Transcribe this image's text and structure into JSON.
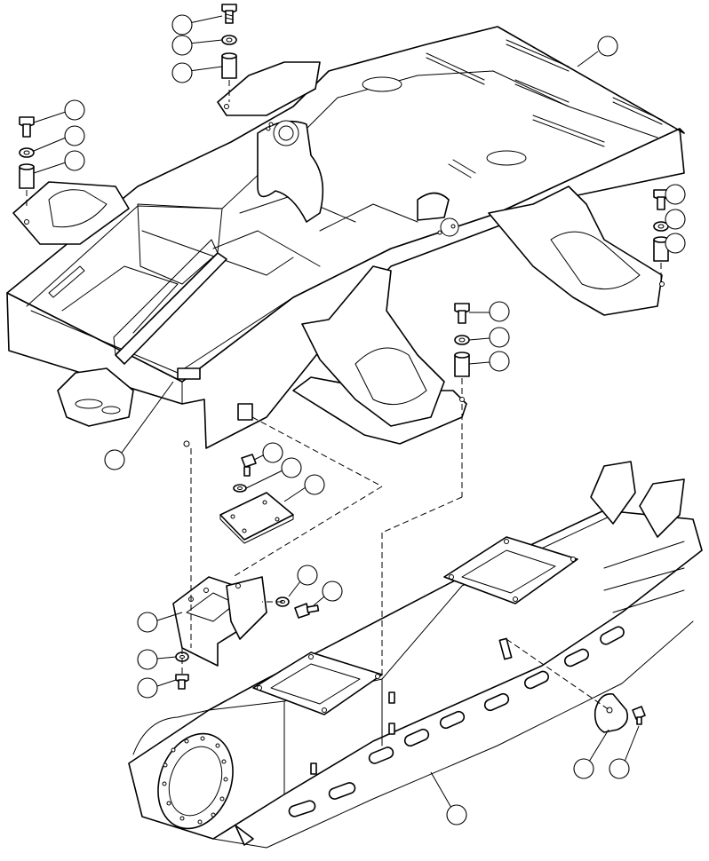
{
  "diagram": {
    "kind": "exploded-parts-view",
    "callout_bubbles": "unnumbered",
    "line_color": "#000000",
    "background": "#ffffff",
    "assemblies": [
      {
        "name": "upper-frame"
      },
      {
        "name": "track-frame"
      },
      {
        "name": "mounting-bracket"
      },
      {
        "name": "cover-plate"
      },
      {
        "name": "shim-plate"
      }
    ],
    "hardware_icons": [
      "bolt-icon",
      "washer-icon",
      "spacer-icon"
    ]
  }
}
